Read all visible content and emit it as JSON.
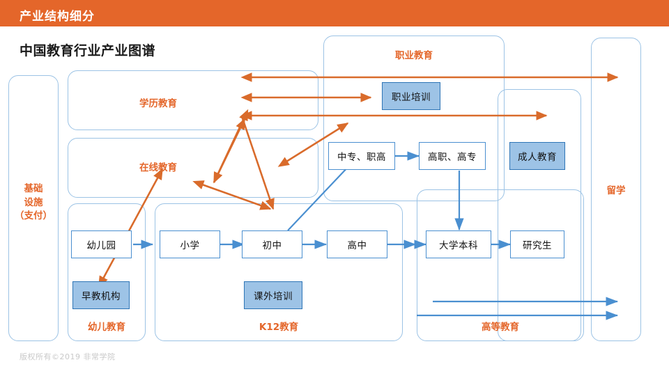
{
  "header": {
    "title": "产业结构细分",
    "bg_color": "#E4662A",
    "text_color": "#FFFFFF"
  },
  "page": {
    "title": "中国教育行业产业图谱",
    "footer": "版权所有©2019 非常学院"
  },
  "colors": {
    "accent_orange": "#E4662A",
    "panel_border_blue": "#9CC3E5",
    "node_border_blue": "#4A8FD0",
    "node_fill_blue": "#9DC3E6",
    "node_fill_border": "#2E75B6",
    "arrow_blue": "#4A8FD0",
    "arrow_orange": "#D96B2B",
    "footer_gray": "#C9C9C9"
  },
  "panels": [
    {
      "id": "infra",
      "label": "基础\n设施\n（支付）"
    },
    {
      "id": "degree",
      "label": "学历教育"
    },
    {
      "id": "online",
      "label": "在线教育"
    },
    {
      "id": "vocational",
      "label": "职业教育"
    },
    {
      "id": "adult",
      "label": ""
    },
    {
      "id": "preschool",
      "label": "幼儿教育"
    },
    {
      "id": "k12",
      "label": "K12教育"
    },
    {
      "id": "higher",
      "label": "高等教育"
    },
    {
      "id": "abroad",
      "label": "留学"
    }
  ],
  "panel_labels": {
    "infra_line1": "基础",
    "infra_line2": "设施",
    "infra_line3": "（支付）",
    "degree": "学历教育",
    "online": "在线教育",
    "vocational": "职业教育",
    "preschool": "幼儿教育",
    "k12": "K12教育",
    "higher": "高等教育",
    "abroad": "留学"
  },
  "nodes": [
    {
      "id": "vocational-training",
      "label": "职业培训",
      "filled": true
    },
    {
      "id": "zhongzhuan",
      "label": "中专、职高",
      "filled": false
    },
    {
      "id": "gaozhi",
      "label": "高职、高专",
      "filled": false
    },
    {
      "id": "adult-education",
      "label": "成人教育",
      "filled": true
    },
    {
      "id": "kindergarten",
      "label": "幼儿园",
      "filled": false
    },
    {
      "id": "primary",
      "label": "小学",
      "filled": false
    },
    {
      "id": "junior",
      "label": "初中",
      "filled": false
    },
    {
      "id": "senior",
      "label": "高中",
      "filled": false
    },
    {
      "id": "university",
      "label": "大学本科",
      "filled": false
    },
    {
      "id": "graduate",
      "label": "研究生",
      "filled": false
    },
    {
      "id": "early-edu",
      "label": "早教机构",
      "filled": true
    },
    {
      "id": "tutoring",
      "label": "课外培训",
      "filled": true
    }
  ],
  "flows": {
    "blue_chain": [
      "幼儿园",
      "小学",
      "初中",
      "高中",
      "大学本科",
      "研究生"
    ],
    "blue_branch": [
      "初中",
      "中专、职高",
      "高职、高专",
      "大学本科"
    ],
    "orange_double_horizontal_count": 3,
    "orange_diagonal_count": 4,
    "blue_to_abroad_count": 2,
    "orange_to_abroad_count": 1
  }
}
